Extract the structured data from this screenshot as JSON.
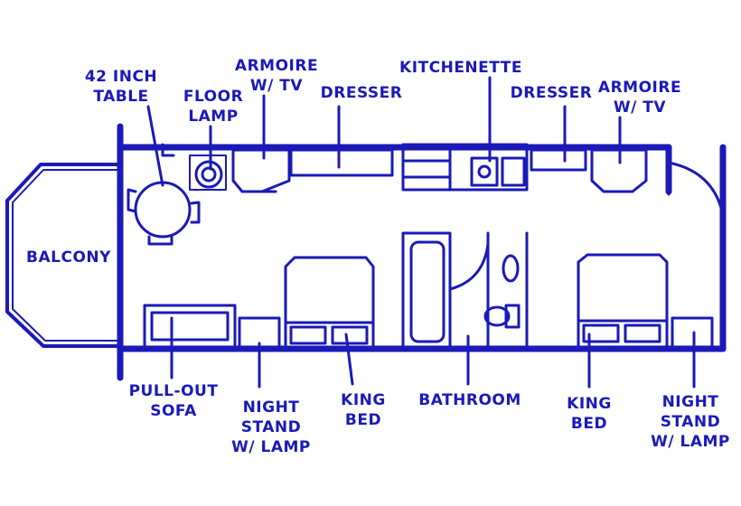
{
  "colors": {
    "ink": "#1a1ab8",
    "paper": "#ffffff"
  },
  "labels": {
    "table_42": [
      "42 INCH",
      "TABLE"
    ],
    "floor_lamp": [
      "FLOOR",
      "LAMP"
    ],
    "armoire_left": [
      "ARMOIRE",
      "W/ TV"
    ],
    "dresser_left": "DRESSER",
    "kitchenette": "KITCHENETTE",
    "dresser_right": "DRESSER",
    "armoire_right": [
      "ARMOIRE",
      "W/ TV"
    ],
    "balcony": "BALCONY",
    "pullout_sofa": [
      "PULL-OUT",
      "SOFA"
    ],
    "night_stand_left": [
      "NIGHT",
      "STAND",
      "W/ LAMP"
    ],
    "king_bed_left": [
      "KING",
      "BED"
    ],
    "bathroom": "BATHROOM",
    "king_bed_right": [
      "KING",
      "BED"
    ],
    "night_stand_right": [
      "NIGHT",
      "STAND",
      "W/ LAMP"
    ]
  }
}
